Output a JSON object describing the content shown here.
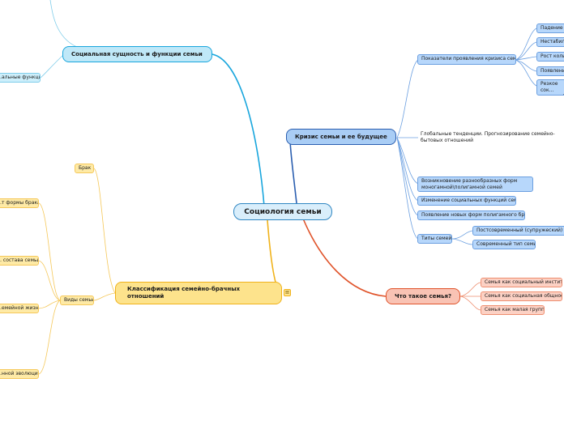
{
  "central": "Социология семьи",
  "branches": {
    "essence": {
      "title": "Социальная сущность и функции семьи",
      "color": "#19a6dd",
      "children": [
        "…альные функции"
      ]
    },
    "crisis": {
      "title": "Кризис семьи и ее будущее",
      "color": "#2b5fb0",
      "indicators": {
        "title": "Показатели проявления кризиса семьи",
        "children": [
          "Падение р…",
          "Нестабиль…",
          "Рост колич…",
          "Появление…",
          "Резкое сок… активный…"
        ]
      },
      "global_trends": "Глобальные тенденции. Прогнозирование семейно-бытовых отношений",
      "emergence": "Возникновение разнообразных форм моногамной\\полигамной семей",
      "functions_change": "Изменение социальных функций семьи",
      "polygamous": "Появление новых форм полигамного брака",
      "types": {
        "title": "Типы семей",
        "children": [
          "Постсовременный (супружеский) тип…",
          "Современный тип семьи"
        ]
      }
    },
    "what": {
      "title": "Что такое семья?",
      "color": "#e0542b",
      "children": [
        "Семья как социальный институт",
        "Семья как социальная общность",
        "Семья как малая группа"
      ]
    },
    "classification": {
      "title": "Классификация семейно-брачных отношений",
      "color": "#f0b21a",
      "marriage": "Брак",
      "kinds": {
        "title": "Виды семьи",
        "children": [
          "…т формы брака",
          "… состава семьи",
          "…емейной жизни",
          "…нной эволюции"
        ]
      }
    }
  },
  "collapse_symbol": "≡"
}
